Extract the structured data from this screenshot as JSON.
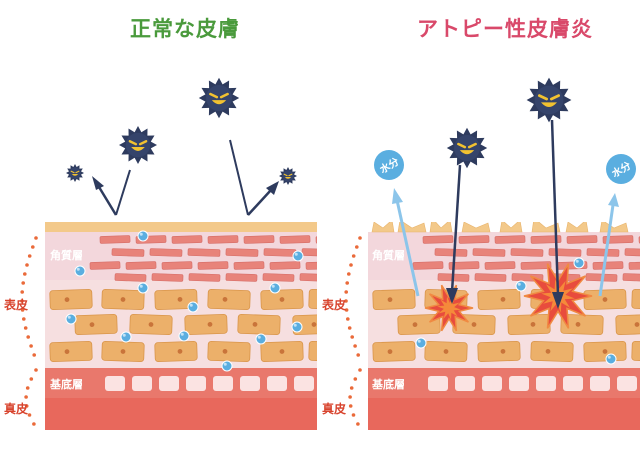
{
  "titles": {
    "normal": "正常な皮膚",
    "atopic": "アトピー性皮膚炎"
  },
  "labels": {
    "epidermis": "表皮",
    "dermis": "真皮",
    "stratum_corneum": "角質層",
    "basal_layer": "基底層",
    "water_badge": "水分"
  },
  "colors": {
    "normal_title": "#4a9a3c",
    "atopic_title": "#d9496a",
    "side_label": "#d8442e",
    "cornified": "#f3d7dc",
    "keratin_brick": "#e8837a",
    "stratum_spinosum": "#f6dfe0",
    "cell": "#ecb06a",
    "basal_band": "#e9786c",
    "dermis": "#e8685c",
    "water_drop": "#5aaee0",
    "germ": "#2e3b5e",
    "inflammation": "#e84c3d"
  },
  "icons": {
    "germ": "germ-icon",
    "water_drop": "water-drop-icon",
    "inflammation": "inflammation-burst-icon"
  }
}
